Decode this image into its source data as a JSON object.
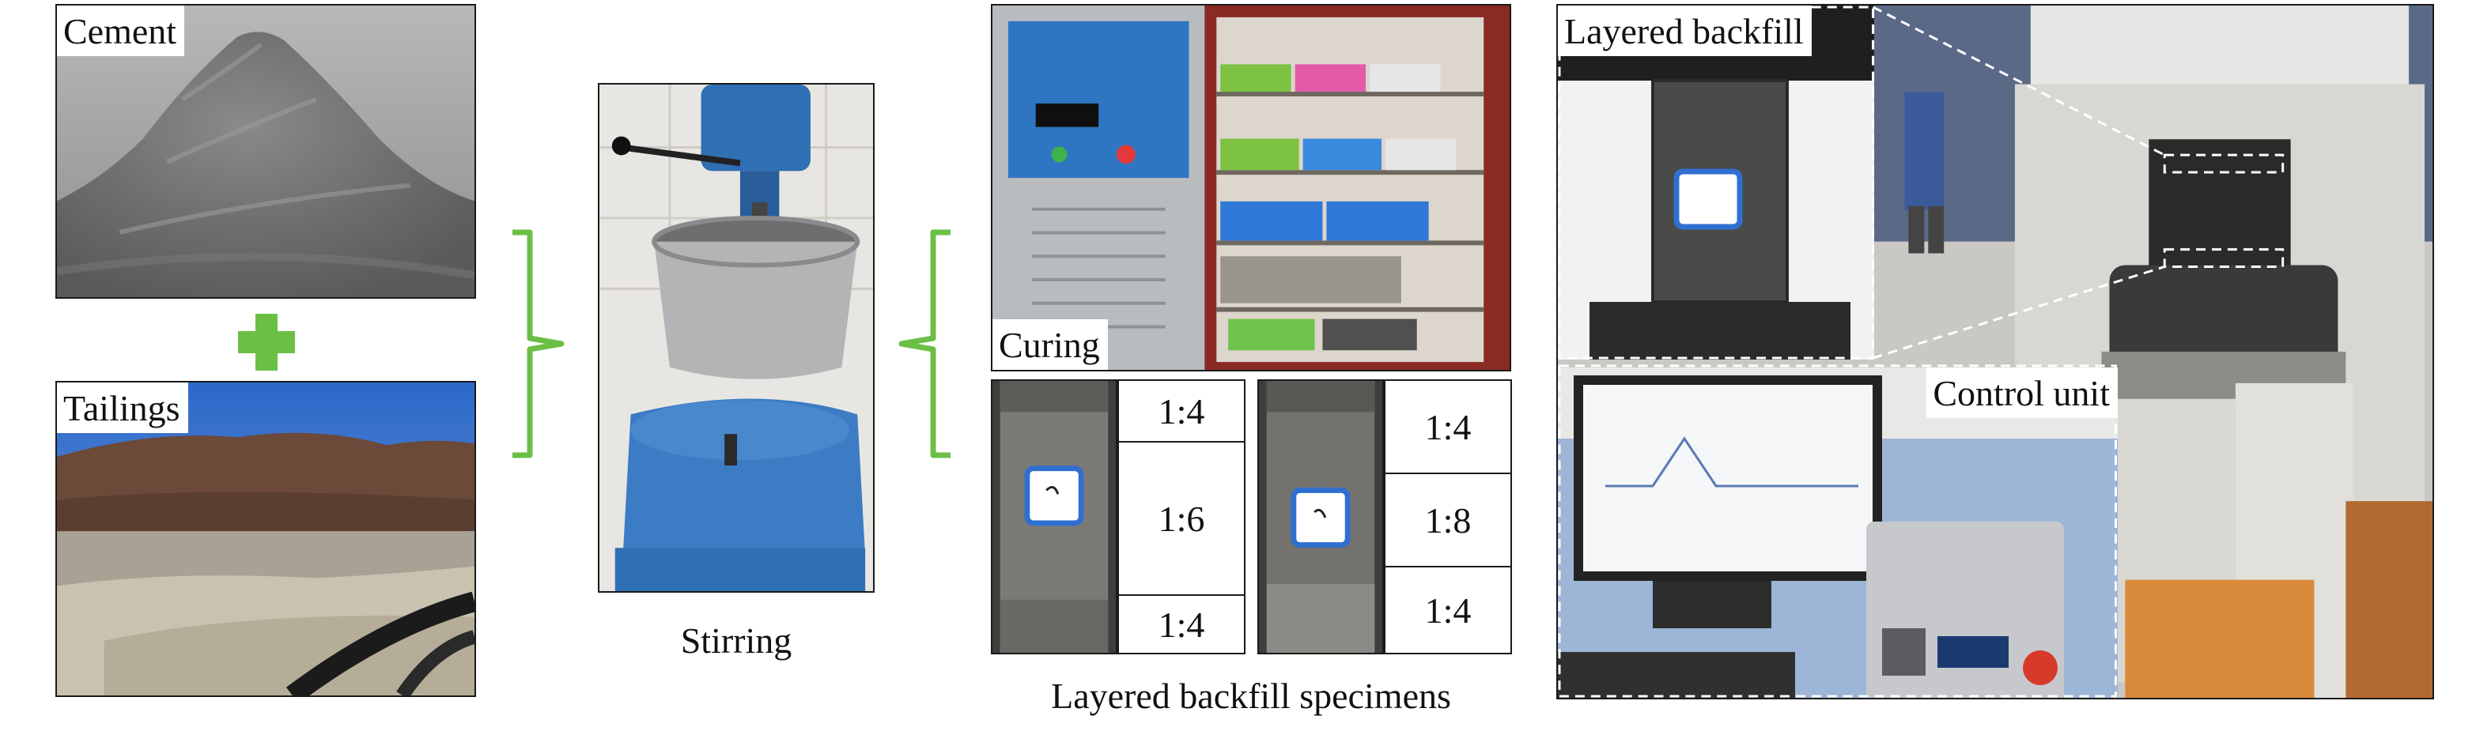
{
  "labels": {
    "cement": "Cement",
    "tailings": "Tailings",
    "stirring": "Stirring",
    "curing": "Curing",
    "layered_specimens": "Layered backfill specimens",
    "layered_backfill": "Layered backfill",
    "control_unit": "Control unit"
  },
  "specimen_a_ratios": [
    "1:4",
    "1:6",
    "1:4"
  ],
  "specimen_b_ratios": [
    "1:4",
    "1:8",
    "1:4"
  ],
  "colors": {
    "bracket": "#6cbf45",
    "plus": "#6cbf45",
    "tag_background": "#ffffff",
    "border": "#1a1a1a",
    "machine_blue": "#2f6fb4",
    "dashed_line": "#ffffff"
  },
  "icons": [
    "plus-icon",
    "bracket-icon"
  ]
}
